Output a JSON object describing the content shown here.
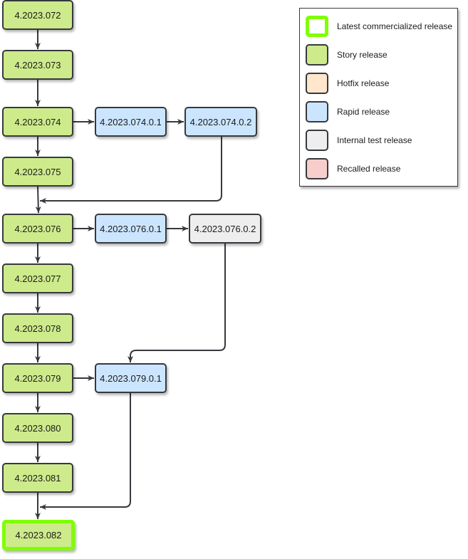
{
  "diagram": {
    "nodes": [
      {
        "id": "n072",
        "label": "4.2023.072",
        "kind": "story"
      },
      {
        "id": "n073",
        "label": "4.2023.073",
        "kind": "story"
      },
      {
        "id": "n074",
        "label": "4.2023.074",
        "kind": "story"
      },
      {
        "id": "n074_01",
        "label": "4.2023.074.0.1",
        "kind": "rapid"
      },
      {
        "id": "n074_02",
        "label": "4.2023.074.0.2",
        "kind": "rapid"
      },
      {
        "id": "n075",
        "label": "4.2023.075",
        "kind": "story"
      },
      {
        "id": "n076",
        "label": "4.2023.076",
        "kind": "story"
      },
      {
        "id": "n076_01",
        "label": "4.2023.076.0.1",
        "kind": "rapid"
      },
      {
        "id": "n076_02",
        "label": "4.2023.076.0.2",
        "kind": "internal"
      },
      {
        "id": "n077",
        "label": "4.2023.077",
        "kind": "story"
      },
      {
        "id": "n078",
        "label": "4.2023.078",
        "kind": "story"
      },
      {
        "id": "n079",
        "label": "4.2023.079",
        "kind": "story"
      },
      {
        "id": "n079_01",
        "label": "4.2023.079.0.1",
        "kind": "rapid"
      },
      {
        "id": "n080",
        "label": "4.2023.080",
        "kind": "story"
      },
      {
        "id": "n081",
        "label": "4.2023.081",
        "kind": "story"
      },
      {
        "id": "n082",
        "label": "4.2023.082",
        "kind": "latest"
      }
    ],
    "edges": [
      {
        "from": "n072",
        "to": "n073"
      },
      {
        "from": "n073",
        "to": "n074"
      },
      {
        "from": "n074",
        "to": "n074_01"
      },
      {
        "from": "n074_01",
        "to": "n074_02"
      },
      {
        "from": "n074",
        "to": "n075"
      },
      {
        "from": "n075",
        "to": "n076"
      },
      {
        "from": "n074_02",
        "to": "n076"
      },
      {
        "from": "n076",
        "to": "n076_01"
      },
      {
        "from": "n076_01",
        "to": "n076_02"
      },
      {
        "from": "n076",
        "to": "n077"
      },
      {
        "from": "n077",
        "to": "n078"
      },
      {
        "from": "n078",
        "to": "n079"
      },
      {
        "from": "n079",
        "to": "n079_01"
      },
      {
        "from": "n076_02",
        "to": "n079_01"
      },
      {
        "from": "n079",
        "to": "n080"
      },
      {
        "from": "n080",
        "to": "n081"
      },
      {
        "from": "n081",
        "to": "n082"
      },
      {
        "from": "n079_01",
        "to": "n082"
      }
    ]
  },
  "legend": {
    "items": [
      {
        "label": "Latest commercialized release",
        "kind": "latest",
        "color": "#80ff00"
      },
      {
        "label": "Story release",
        "kind": "story",
        "color": "#cdeb8b"
      },
      {
        "label": "Hotfix release",
        "kind": "hotfix",
        "color": "#ffe6cc"
      },
      {
        "label": "Rapid release",
        "kind": "rapid",
        "color": "#cce5ff"
      },
      {
        "label": "Internal test release",
        "kind": "internal",
        "color": "#eeeeee"
      },
      {
        "label": "Recalled release",
        "kind": "recalled",
        "color": "#f8cecc"
      }
    ]
  },
  "colors": {
    "story": "#cdeb8b",
    "rapid": "#cce5ff",
    "internal": "#eeeeee",
    "hotfix": "#ffe6cc",
    "recalled": "#f8cecc",
    "latest_border": "#80ff00",
    "stroke": "#36393d"
  }
}
